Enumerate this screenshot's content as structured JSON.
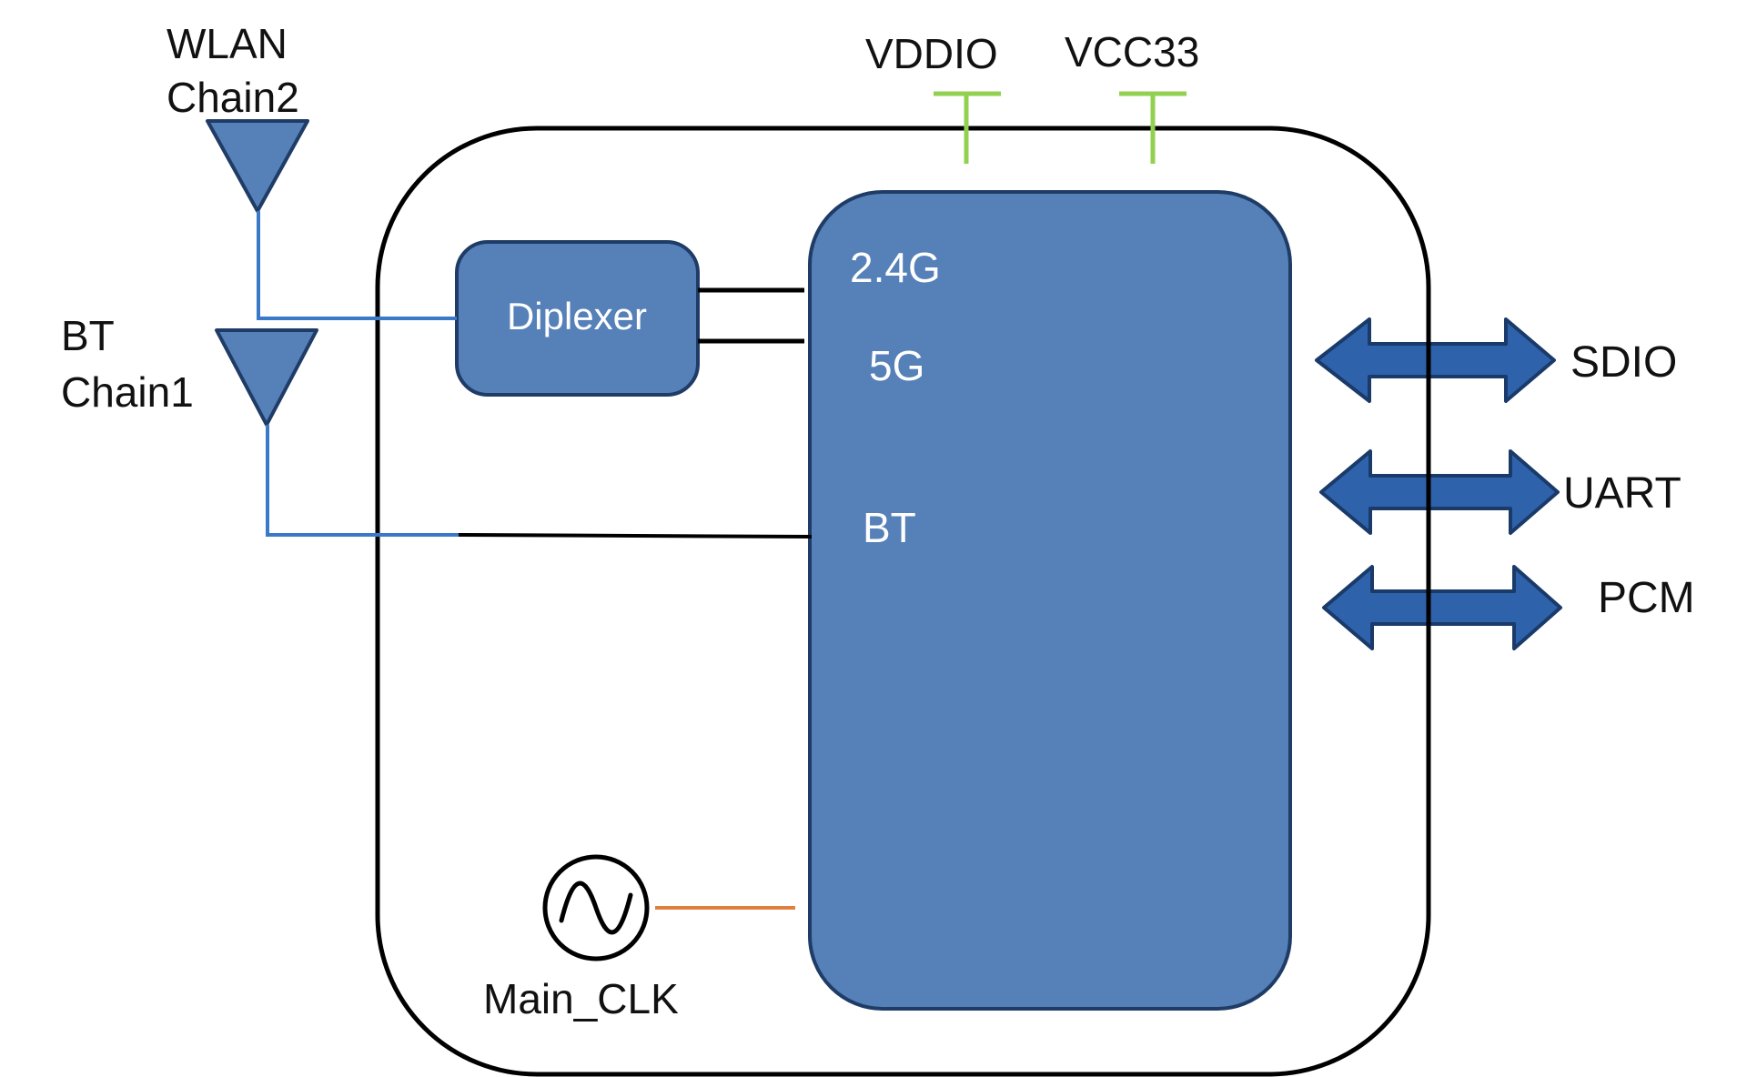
{
  "antennas": {
    "wlan": {
      "line1": "WLAN",
      "line2": "Chain2"
    },
    "bt": {
      "line1": "BT",
      "line2": "Chain1"
    }
  },
  "power": {
    "vddio": "VDDIO",
    "vcc33": "VCC33"
  },
  "diplexer": {
    "label": "Diplexer"
  },
  "chip": {
    "port_24g": "2.4G",
    "port_5g": "5G",
    "port_bt": "BT"
  },
  "clock": {
    "label": "Main_CLK"
  },
  "interfaces": {
    "sdio": "SDIO",
    "uart": "UART",
    "pcm": "PCM"
  },
  "colors": {
    "block_fill": "#5580b8",
    "block_stroke": "#1f3c66",
    "rf_line": "#3a78c8",
    "power_line": "#92d050",
    "clock_line": "#e08040",
    "arrow_fill": "#2e62aa",
    "arrow_stroke": "#1a3a6a",
    "module_outline": "#000000"
  }
}
